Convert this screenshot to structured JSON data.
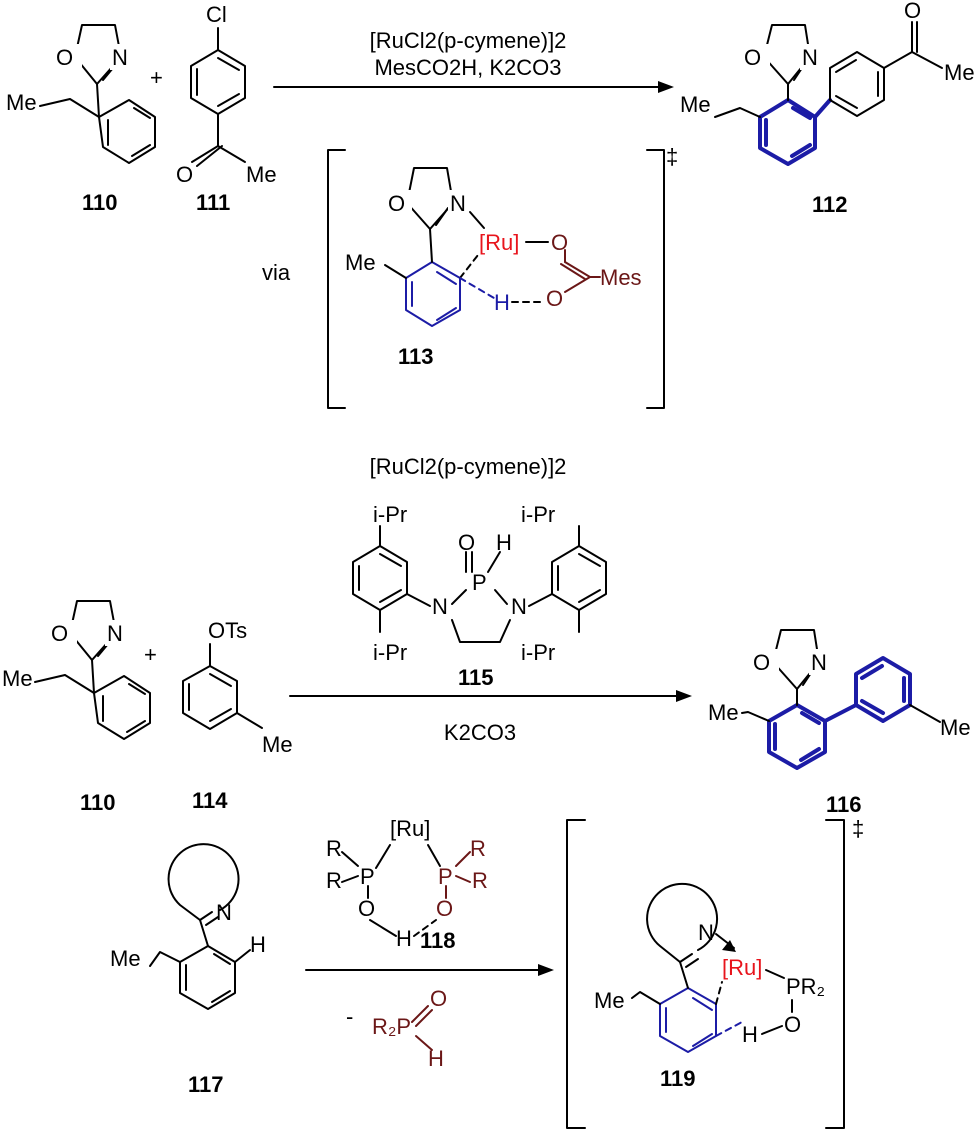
{
  "colors": {
    "blue": "#1c1ca6",
    "red": "#e8141c",
    "maroon": "#6b1717"
  },
  "scheme1": {
    "reagents_line1": "[RuCl2(p-cymene)]2",
    "reagents_line2": "MesCO2H, K2CO3",
    "via": "via",
    "dagger": "‡",
    "compounds": [
      "110",
      "111",
      "112",
      "113"
    ],
    "labels": {
      "Cl": "Cl",
      "Me": "Me",
      "O": "O",
      "N": "N",
      "Ru": "[Ru]",
      "H": "H",
      "Mes": "Mes",
      "plus": "+"
    }
  },
  "scheme2": {
    "reagent_top": "[RuCl2(p-cymene)]2",
    "base": "K2CO3",
    "compounds": [
      "110",
      "114",
      "115",
      "116"
    ],
    "labels": {
      "OTs": "OTs",
      "iPr": "i-Pr",
      "P": "P",
      "O": "O",
      "H": "H",
      "N": "N",
      "Me": "Me",
      "plus": "+"
    }
  },
  "scheme3": {
    "dagger": "‡",
    "minus": "-",
    "compounds": [
      "117",
      "118",
      "119"
    ],
    "labels": {
      "R": "R",
      "P": "P",
      "Ru": "[Ru]",
      "O": "O",
      "H": "H",
      "N": "N",
      "Me": "Me",
      "R2P": "R₂P",
      "PR2": "PR₂"
    }
  }
}
